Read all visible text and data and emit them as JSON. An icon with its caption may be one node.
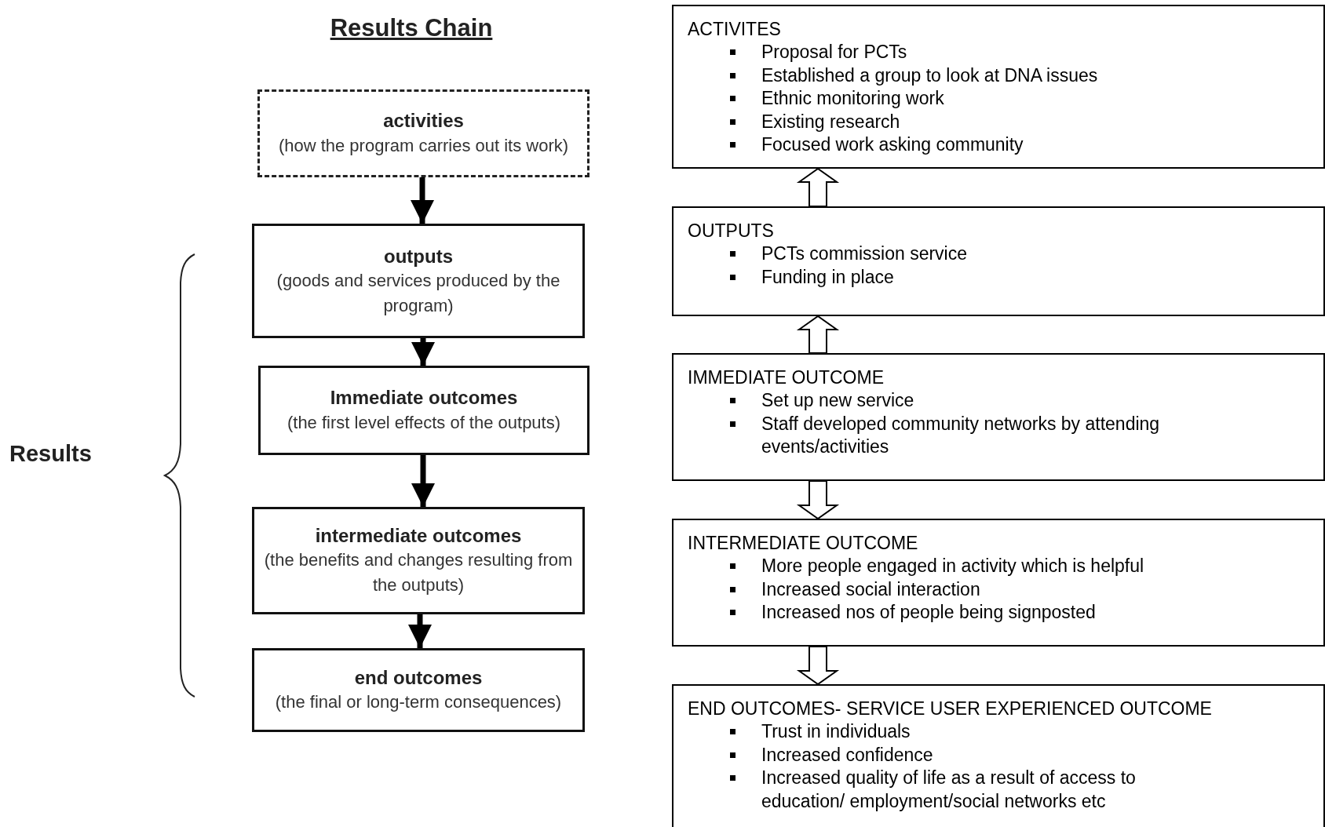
{
  "diagram": {
    "title": "Results Chain",
    "nodes": [
      {
        "text": [
          "activities",
          "(how the program carries out its work)"
        ]
      },
      {
        "text": [
          "outputs",
          "(goods and services produced by the program)"
        ]
      },
      {
        "text": [
          "Immediate outcomes",
          "(the first level effects of the outputs)"
        ]
      },
      {
        "text": [
          "intermediate outcomes",
          "(the benefits and changes resulting from the outputs)"
        ]
      },
      {
        "text": [
          "end outcomes",
          "(the final or long-term consequences)"
        ]
      },
      {
        "text": [
          "ACTIVITES",
          "Proposal for PCTs",
          "Established a group to look at DNA issues",
          "Ethnic monitoring work",
          "Existing research",
          "Focused work asking community"
        ]
      },
      {
        "text": [
          "OUTPUTS",
          "PCTs commission service",
          "Funding in place"
        ]
      },
      {
        "text": [
          "IMMEDIATE OUTCOME",
          "Set up new service",
          "Staff developed community networks by attending events/activities"
        ]
      },
      {
        "text": [
          "INTERMEDIATE OUTCOME",
          "More people engaged in activity which is helpful",
          "Increased social interaction",
          "Increased nos of people being signposted"
        ]
      },
      {
        "text": [
          "END OUTCOMES- SERVICE USER EXPERIENCED OUTCOME",
          "Trust in individuals",
          "Increased confidence",
          "Increased quality of life as a result of access to education/ employment/social networks etc"
        ]
      }
    ],
    "edges": [
      {
        "from": 0,
        "to": 1,
        "arrow": "to"
      },
      {
        "from": 1,
        "to": 2,
        "arrow": "to"
      },
      {
        "from": 2,
        "to": 3,
        "arrow": "to"
      },
      {
        "from": 3,
        "to": 4,
        "arrow": "to"
      },
      {
        "from": 6,
        "to": 5,
        "arrow": "to"
      },
      {
        "from": 7,
        "to": 6,
        "arrow": "to"
      },
      {
        "from": 7,
        "to": 8,
        "arrow": "to"
      },
      {
        "from": 8,
        "to": 9,
        "arrow": "to"
      }
    ],
    "labels": [
      "Results"
    ]
  }
}
